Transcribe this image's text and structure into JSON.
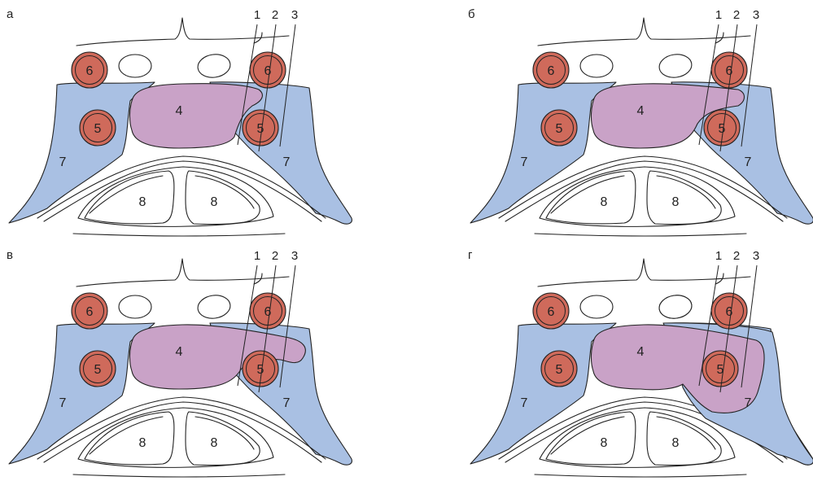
{
  "panels": [
    {
      "letter": "а",
      "variant": "a"
    },
    {
      "letter": "б",
      "variant": "b"
    },
    {
      "letter": "в",
      "variant": "c"
    },
    {
      "letter": "г",
      "variant": "d"
    }
  ],
  "labels": {
    "leader_1": "1",
    "leader_2": "2",
    "leader_3": "3",
    "mass": "4",
    "vessel_5": "5",
    "vessel_6": "6",
    "fat": "7",
    "cell": "8"
  },
  "colors": {
    "fat_blue": "#a9c0e3",
    "mass_pink": "#c9a2c7",
    "vessel_red": "#cf6a5b"
  }
}
